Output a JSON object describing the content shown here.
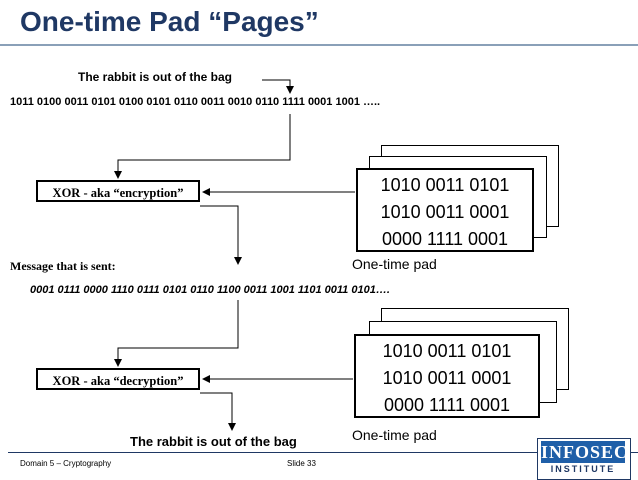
{
  "slide": {
    "title": "One-time Pad “Pages”",
    "plaintext_label": "The rabbit is out of the bag",
    "plaintext_bits": "1011    0100    0011    0101    0100  0101    0110    0011    0010    0110    1111    0001    1001    …..",
    "xor_encrypt_label": "XOR - aka “encryption”",
    "message_sent_label": "Message that is sent:",
    "ciphertext_bits": "0001    0111    0000    1110    0111    0101    0110    1100    0011    1001    1101    0011    0101….",
    "xor_decrypt_label": "XOR - aka “decryption”",
    "decrypted_label": "The rabbit is out of the bag"
  },
  "pad_top": {
    "lines": [
      "1010   0011 0101",
      "1010 0011 0001",
      "0000 1111 0001"
    ],
    "caption": "One-time pad"
  },
  "pad_bottom": {
    "lines": [
      "1010  0011 0101",
      "1010 0011 0001",
      "0000 1111 0001"
    ],
    "caption": "One-time pad"
  },
  "footer": {
    "left": "Domain 5 – Cryptography",
    "right": "Slide 33",
    "logo_top": "INFOSEC",
    "logo_bottom": "INSTITUTE"
  },
  "colors": {
    "title": "#1f3864",
    "logo": "#1f5fa8"
  }
}
